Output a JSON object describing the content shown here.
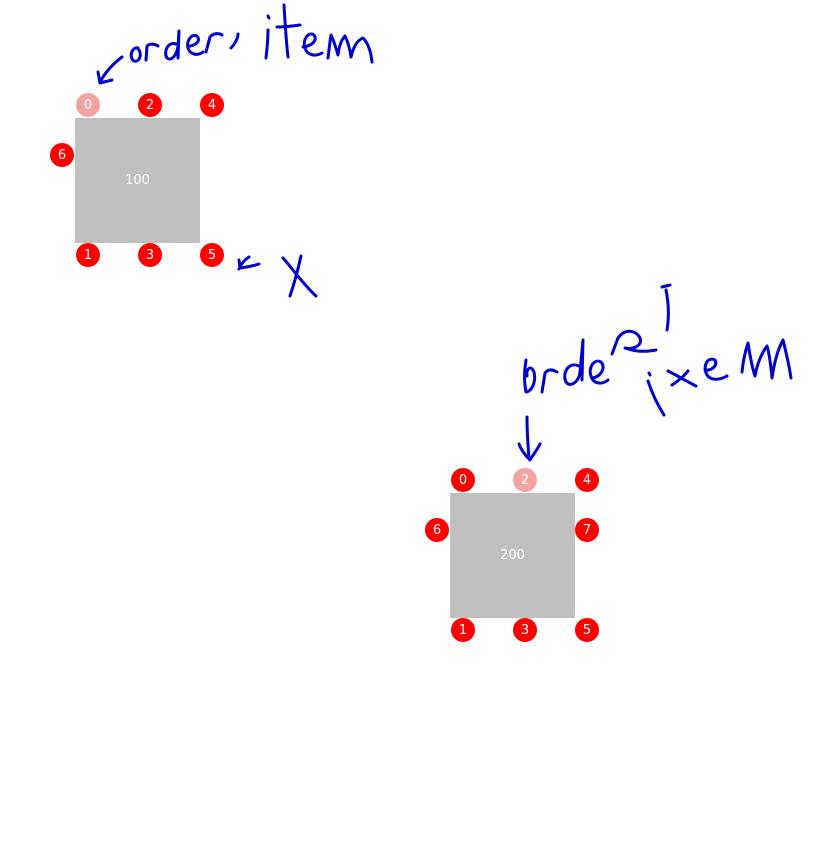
{
  "colors": {
    "handle": "#ff0000",
    "handle_highlighted": "#f4a3a3",
    "box": "#c0c0c0",
    "ink": "#0000d0"
  },
  "nodes": [
    {
      "label": "100",
      "handles": [
        {
          "text": "0",
          "highlighted": true
        },
        {
          "text": "2",
          "highlighted": false
        },
        {
          "text": "4",
          "highlighted": false
        },
        {
          "text": "6",
          "highlighted": false
        },
        {
          "text": "1",
          "highlighted": false
        },
        {
          "text": "3",
          "highlighted": false
        },
        {
          "text": "5",
          "highlighted": false
        }
      ]
    },
    {
      "label": "200",
      "handles": [
        {
          "text": "0",
          "highlighted": false
        },
        {
          "text": "2",
          "highlighted": true
        },
        {
          "text": "4",
          "highlighted": false
        },
        {
          "text": "6",
          "highlighted": false
        },
        {
          "text": "7",
          "highlighted": false
        },
        {
          "text": "1",
          "highlighted": false
        },
        {
          "text": "3",
          "highlighted": false
        },
        {
          "text": "5",
          "highlighted": false
        }
      ]
    }
  ],
  "annotations": {
    "top_note": "order item",
    "side_note": "x",
    "bottom_note": "order item"
  }
}
